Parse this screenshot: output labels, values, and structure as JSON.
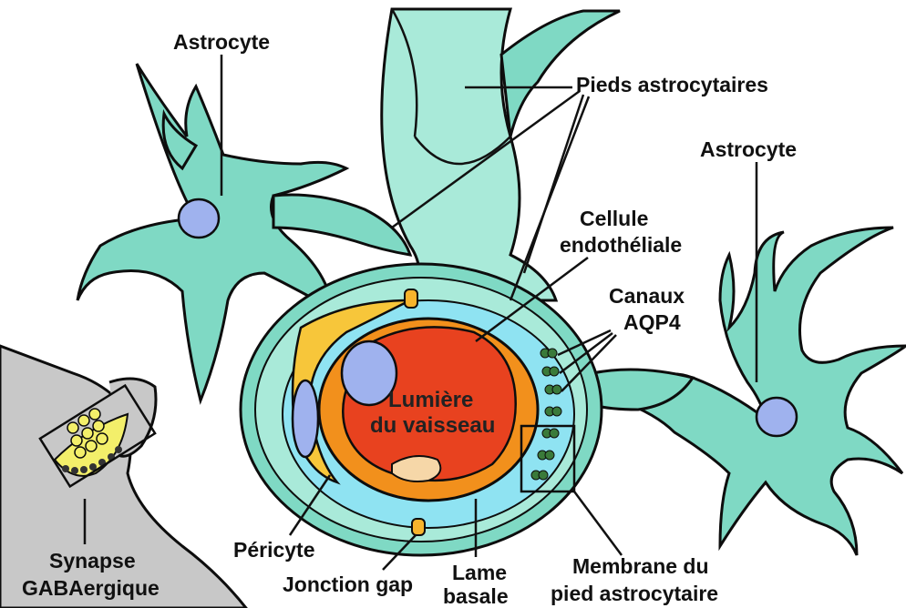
{
  "labels": {
    "astrocyte_left": "Astrocyte",
    "astrocyte_right": "Astrocyte",
    "pieds": "Pieds astrocytaires",
    "cellule_line1": "Cellule",
    "cellule_line2": "endothéliale",
    "canaux_line1": "Canaux",
    "canaux_line2": "AQP4",
    "lumiere_line1": "Lumière",
    "lumiere_line2": "du vaisseau",
    "pericyte": "Péricyte",
    "jonction": "Jonction gap",
    "lame_line1": "Lame",
    "lame_line2": "basale",
    "membrane_line1": "Membrane du",
    "membrane_line2": "pied astrocytaire",
    "synapse_line1": "Synapse",
    "synapse_line2": "GABAergique"
  },
  "colors": {
    "astrocyte": "#7fd9c4",
    "nucleus": "#9fb2ee",
    "lumen": "#e8421f",
    "endothelium": "#f2901c",
    "pericyte": "#f7c63a",
    "basal_lamina": "#8fe3f2",
    "neuron": "#c8c8c8",
    "aqp4": "#3a7a3a"
  }
}
